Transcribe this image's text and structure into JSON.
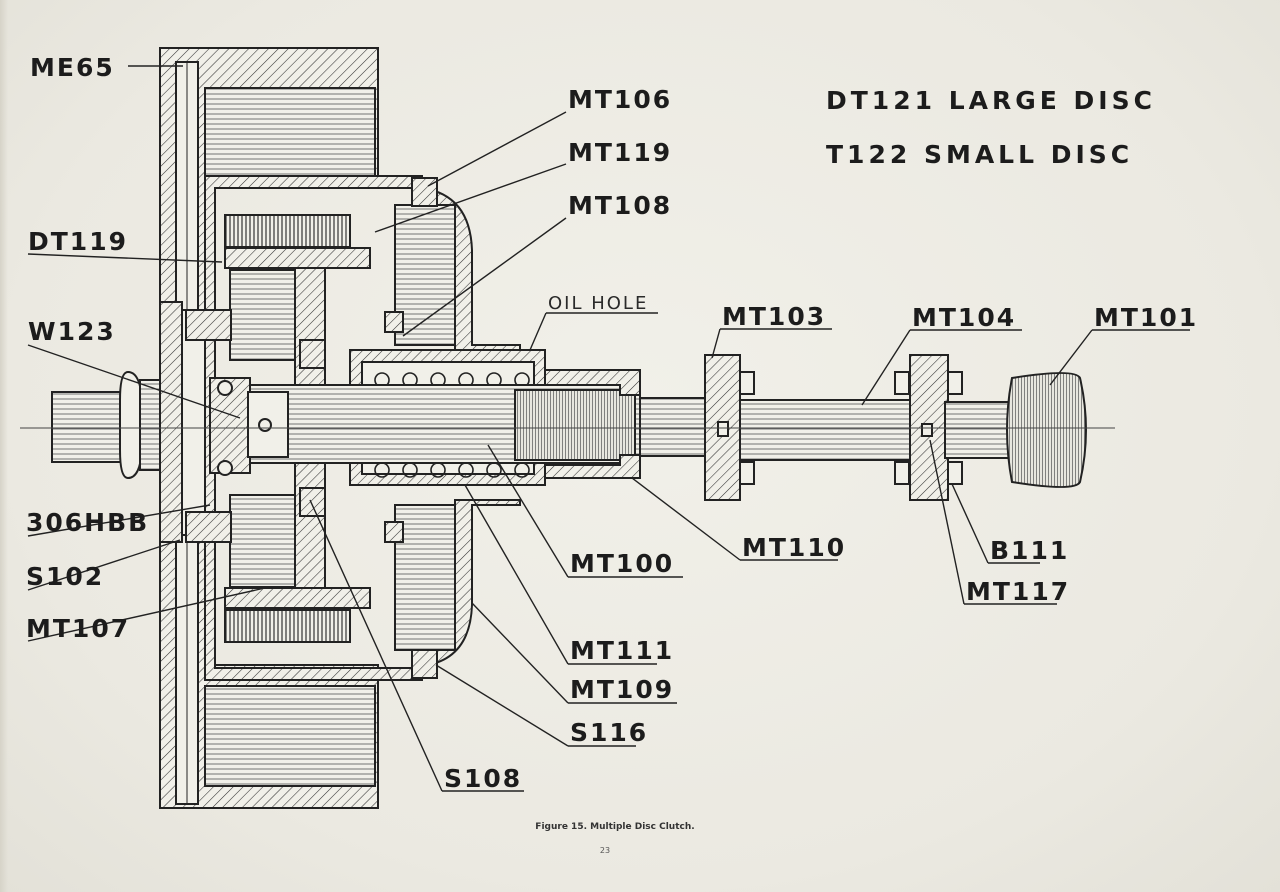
{
  "figure": {
    "caption": "Figure 15.  Multiple Disc Clutch.",
    "page_number": "23",
    "title_lines": [
      "DT121 LARGE DISC",
      "T122 SMALL DISC"
    ],
    "annotation_oil_hole": "OIL HOLE"
  },
  "labels": [
    {
      "id": "me65",
      "text": "ME65"
    },
    {
      "id": "dt119",
      "text": "DT119"
    },
    {
      "id": "w123",
      "text": "W123"
    },
    {
      "id": "306hbb",
      "text": "306HBB"
    },
    {
      "id": "s102",
      "text": "S102"
    },
    {
      "id": "mt107",
      "text": "MT107"
    },
    {
      "id": "mt106",
      "text": "MT106"
    },
    {
      "id": "mt119",
      "text": "MT119"
    },
    {
      "id": "mt108",
      "text": "MT108"
    },
    {
      "id": "mt103",
      "text": "MT103"
    },
    {
      "id": "mt104",
      "text": "MT104"
    },
    {
      "id": "mt101",
      "text": "MT101"
    },
    {
      "id": "mt100",
      "text": "MT100"
    },
    {
      "id": "mt110",
      "text": "MT110"
    },
    {
      "id": "b111",
      "text": "B111"
    },
    {
      "id": "mt117",
      "text": "MT117"
    },
    {
      "id": "mt111",
      "text": "MT111"
    },
    {
      "id": "mt109",
      "text": "MT109"
    },
    {
      "id": "s116",
      "text": "S116"
    },
    {
      "id": "s108",
      "text": "S108"
    }
  ]
}
